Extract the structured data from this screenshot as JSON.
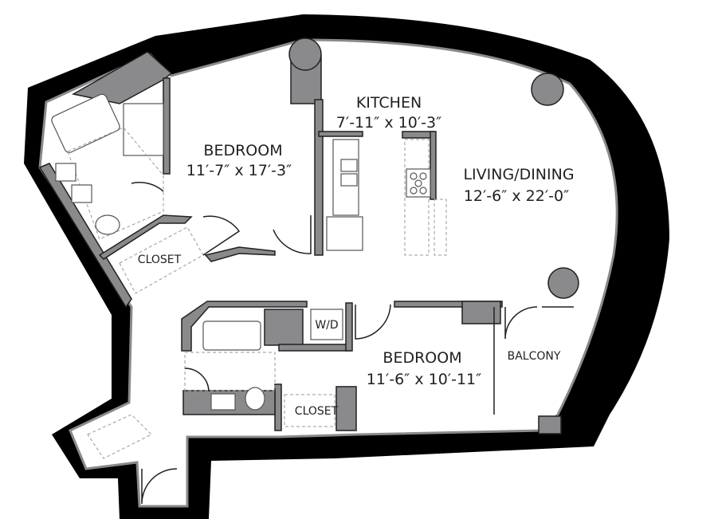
{
  "rooms": {
    "kitchen": {
      "name": "KITCHEN",
      "dims": "7′-11″ x 10′-3″"
    },
    "bedroom1": {
      "name": "BEDROOM",
      "dims": "11′-7″ x 17′-3″"
    },
    "living": {
      "name": "LIVING/DINING",
      "dims": "12′-6″ x 22′-0″"
    },
    "closet1": {
      "name": "CLOSET"
    },
    "wd": {
      "name": "W/D"
    },
    "bedroom2": {
      "name": "BEDROOM",
      "dims": "11′-6″ x 10′-11″"
    },
    "balcony": {
      "name": "BALCONY"
    },
    "closet2": {
      "name": "CLOSET"
    }
  },
  "colors": {
    "wall": "#8a8a8c",
    "outline": "#000000"
  }
}
